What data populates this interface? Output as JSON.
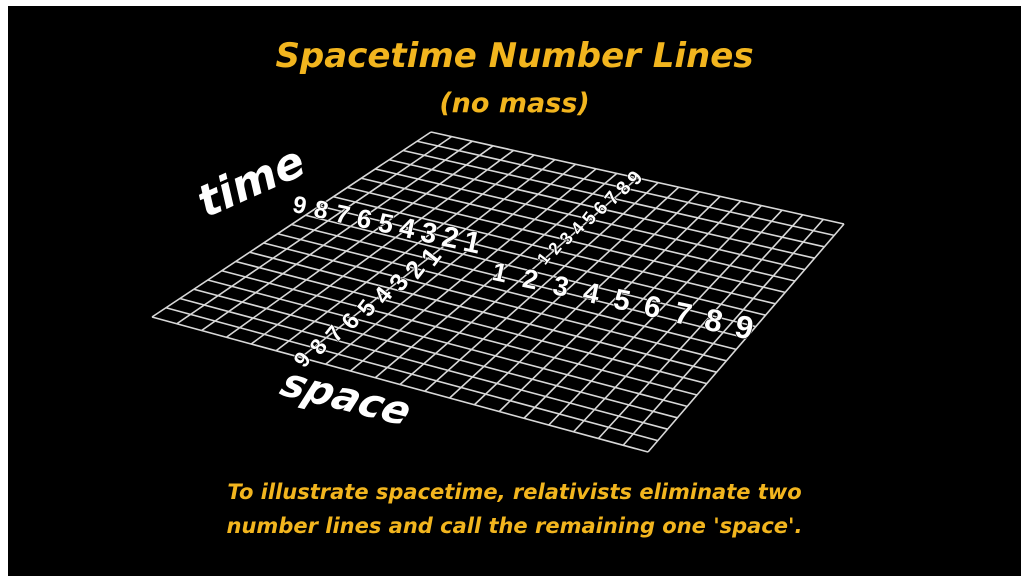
{
  "title": "Spacetime Number Lines",
  "subtitle": "(no mass)",
  "axis_labels": {
    "time": "time",
    "space": "space"
  },
  "number_lines": {
    "time": [
      "9",
      "8",
      "7",
      "6",
      "5",
      "4",
      "3",
      "2",
      "1"
    ],
    "space_front": [
      "9",
      "8",
      "7",
      "6",
      "5",
      "4",
      "3",
      "2",
      "1"
    ],
    "space_right": [
      "1",
      "2",
      "3",
      "4",
      "5",
      "6",
      "7",
      "8",
      "9"
    ],
    "back": [
      "1",
      "2",
      "3",
      "4",
      "5",
      "6",
      "7",
      "8",
      "9"
    ]
  },
  "caption": {
    "line1": "To illustrate spacetime, relativists eliminate two",
    "line2": "number lines and call the remaining one 'space'."
  },
  "colors": {
    "background": "#000000",
    "title": "#f2b51e",
    "grid": "#d8d8d8",
    "numbers": "#ffffff"
  }
}
